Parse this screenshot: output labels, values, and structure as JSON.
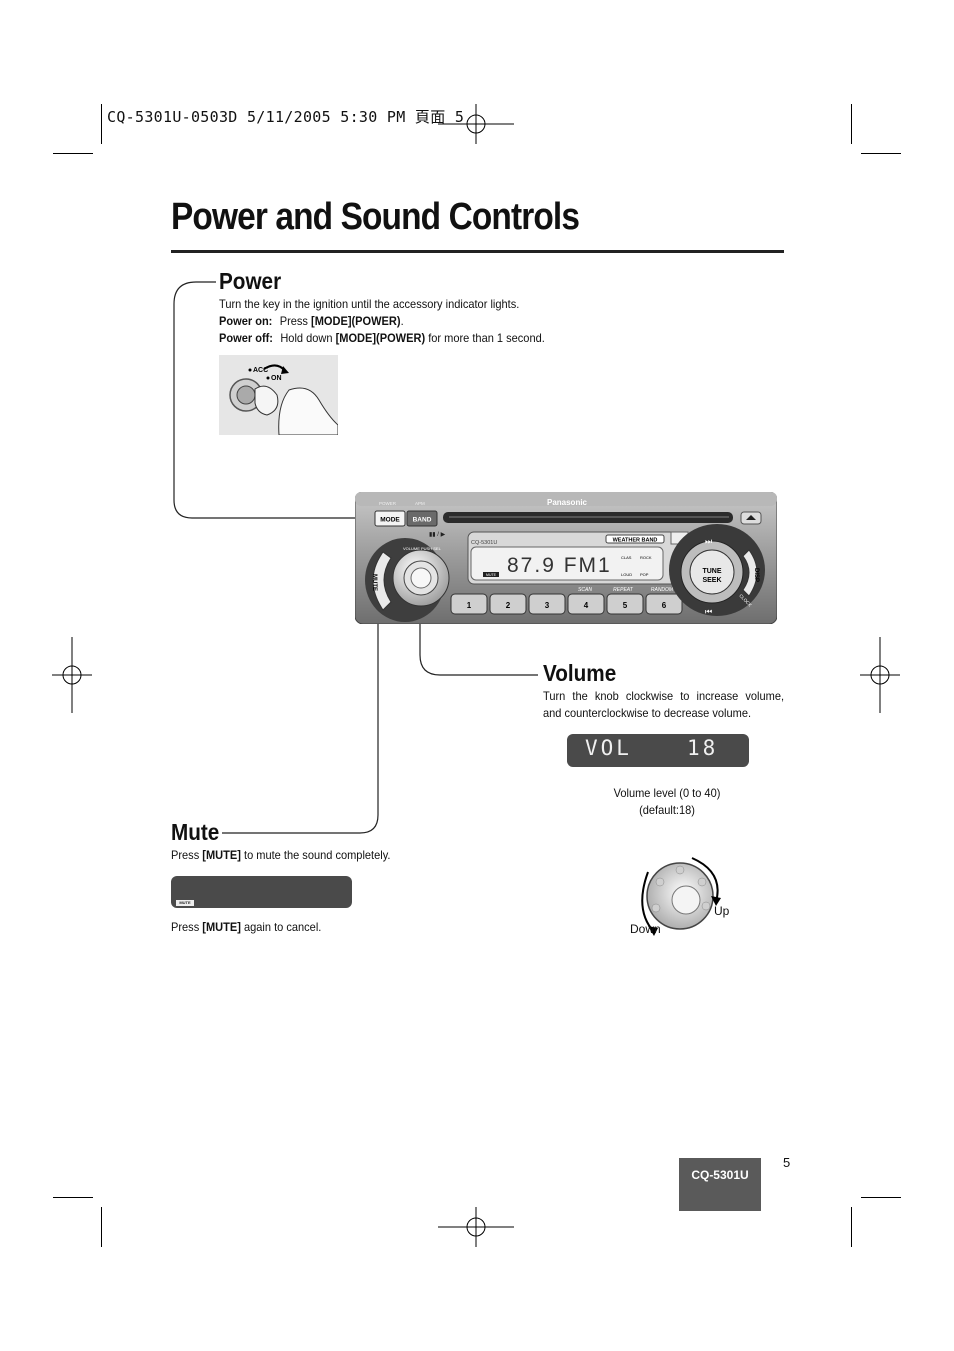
{
  "header": {
    "print_info": "CQ-5301U-0503D  5/11/2005  5:30 PM  頁面 5"
  },
  "page": {
    "title": "Power and Sound Controls",
    "number": "5",
    "model_tab": "CQ-5301U"
  },
  "power": {
    "title": "Power",
    "intro": "Turn the key in the ignition until the accessory indicator lights.",
    "on_label": "Power on:",
    "on_text_pre": "Press ",
    "on_text_key": "[MODE](POWER)",
    "on_text_post": ".",
    "off_label": "Power off:",
    "off_text_pre": "Hold down ",
    "off_text_key": "[MODE](POWER)",
    "off_text_post": " for more than 1 second.",
    "key_labels": {
      "acc": "ACC",
      "on": "ON"
    }
  },
  "unit": {
    "brand": "Panasonic",
    "model": "CQ-5301U",
    "top_labels": {
      "power": "POWER",
      "apm": "APM"
    },
    "buttons": {
      "mode": "MODE",
      "band": "BAND",
      "mute": "MUTE",
      "tune": "TUNE",
      "seek": "SEEK",
      "disp": "DISP",
      "clock": "CLOCK",
      "volume": "VOLUME PUSH SEL"
    },
    "display": {
      "text": "87.9  FM1",
      "weather": "WEATHER BAND",
      "tags": [
        "CLAS",
        "ROCK",
        "LOUD",
        "POP"
      ],
      "mute_indicator": "MUTE"
    },
    "function_labels": [
      "SCAN",
      "REPEAT",
      "RANDOM"
    ],
    "presets": [
      "1",
      "2",
      "3",
      "4",
      "5",
      "6"
    ]
  },
  "volume": {
    "title": "Volume",
    "line1": "Turn the knob clockwise to increase volume,",
    "line2": "and counterclockwise to decrease volume.",
    "lcd_left": "VOL",
    "lcd_right": "18",
    "caption_line1": "Volume level (0 to 40)",
    "caption_line2": "(default:18)",
    "up": "Up",
    "down": "Down"
  },
  "mute": {
    "title": "Mute",
    "text_pre": "Press ",
    "text_key": "[MUTE]",
    "text_post": " to mute the sound completely.",
    "lcd_indicator": "MUTE",
    "cancel_pre": "Press ",
    "cancel_key": "[MUTE]",
    "cancel_post": " again to cancel."
  }
}
